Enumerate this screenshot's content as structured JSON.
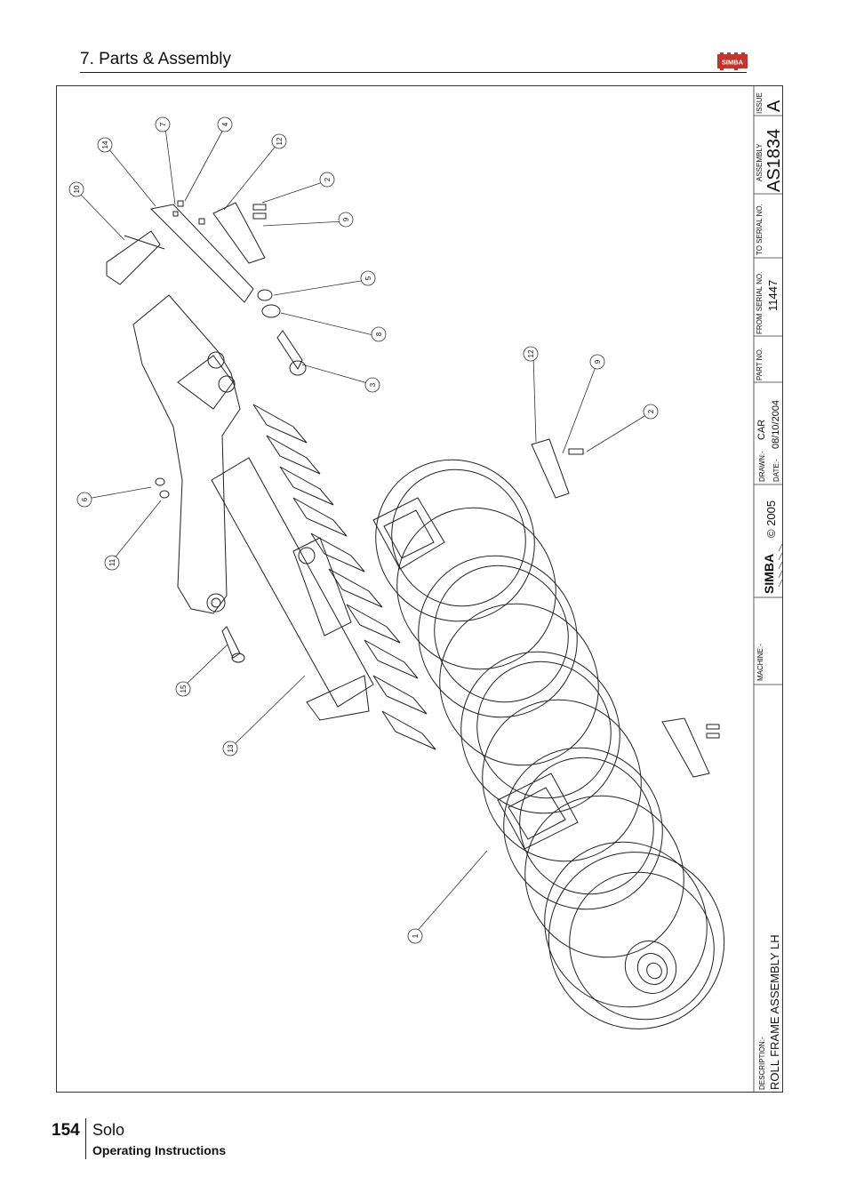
{
  "header": {
    "section_title": "7. Parts & Assembly",
    "brand": "SIMBA"
  },
  "title_block": {
    "issue_label": "ISSUE",
    "issue_value": "A",
    "assembly_label": "ASSEMBLY",
    "assembly_value": "AS1834",
    "to_serial_label": "TO SERIAL NO.",
    "to_serial_value": "",
    "from_serial_label": "FROM SERIAL NO.",
    "from_serial_value": "11447",
    "part_no_label": "PART NO.",
    "part_no_value": "",
    "drawn_label": "DRAWN:-",
    "drawn_value": "CAR",
    "date_label": "DATE:-",
    "date_value": "08/10/2004",
    "copyright": "© 2005",
    "brand": "SIMBA",
    "machine_label": "MACHINE:-",
    "machine_value": "",
    "description_label": "DESCRIPTION:-",
    "description_value": "ROLL FRAME ASSEMBLY LH"
  },
  "callouts": [
    "1",
    "2",
    "2",
    "3",
    "4",
    "5",
    "6",
    "7",
    "8",
    "9",
    "9",
    "10",
    "11",
    "12",
    "12",
    "13",
    "14",
    "15"
  ],
  "footer": {
    "page_number": "154",
    "product": "Solo",
    "subtitle": "Operating Instructions"
  }
}
